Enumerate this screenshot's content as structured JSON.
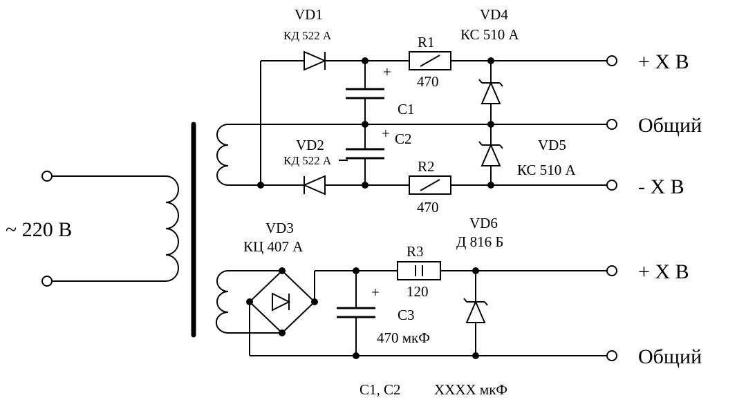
{
  "input": {
    "label": "~ 220 В"
  },
  "outputs": {
    "pos1": "+ X В",
    "common1": "Общий",
    "neg1": "- X В",
    "pos2": "+ X В",
    "common2": "Общий"
  },
  "components": {
    "vd1": {
      "ref": "VD1",
      "part": "КД 522 А"
    },
    "vd2": {
      "ref": "VD2",
      "part": "КД 522 А"
    },
    "vd3": {
      "ref": "VD3",
      "part": "КЦ 407 А"
    },
    "vd4": {
      "ref": "VD4",
      "part": "КС 510 А"
    },
    "vd5": {
      "ref": "VD5",
      "part": "КС 510 А"
    },
    "vd6": {
      "ref": "VD6",
      "part": "Д 816 Б"
    },
    "r1": {
      "ref": "R1",
      "value": "470"
    },
    "r2": {
      "ref": "R2",
      "value": "470"
    },
    "r3": {
      "ref": "R3",
      "value": "120"
    },
    "c1": {
      "ref": "C1"
    },
    "c2": {
      "ref": "C2"
    },
    "c3": {
      "ref": "C3",
      "value": "470 мкФ"
    }
  },
  "polarity": {
    "plus": "+"
  },
  "notes": {
    "c_ref": "C1, C2",
    "c_value": "XXXX мкФ"
  }
}
